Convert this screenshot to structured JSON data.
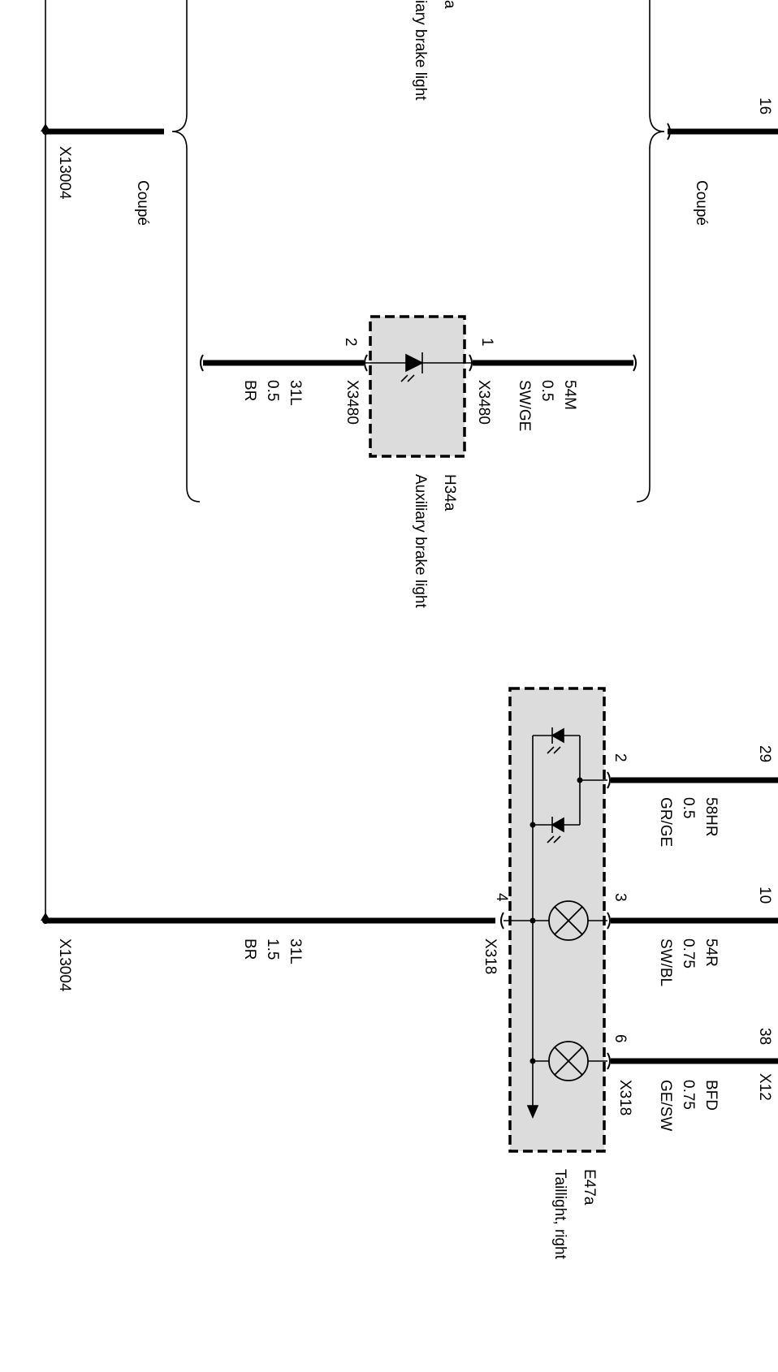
{
  "components": {
    "aux_brake_top_partial": {
      "name": "iary brake light",
      "id": "a"
    },
    "aux_brake": {
      "id": "H34a",
      "name": "Auxiliary brake light"
    },
    "taillight": {
      "id": "E47a",
      "name": "Taillight, right"
    }
  },
  "variants": {
    "left": "Coupé",
    "right": "Coupé"
  },
  "ground_connectors": {
    "top": "X13004",
    "bottom": "X13004"
  },
  "pins": {
    "p16": "16",
    "p29": "29",
    "p10": "10",
    "p38": "38",
    "aux_pin1": "1",
    "aux_pin2": "2",
    "tail_pin2": "2",
    "tail_pin3": "3",
    "tail_pin6": "6",
    "tail_pin4": "4"
  },
  "connectors": {
    "x3480_top": "X3480",
    "x3480_bottom": "X3480",
    "x318_ground": "X318",
    "x318_pin6": "X318",
    "x12_partial": "X12"
  },
  "wires": {
    "aux_pos": {
      "signal": "54M",
      "size": "0.5",
      "color": "SW/GE"
    },
    "aux_gnd": {
      "signal": "31L",
      "size": "0.5",
      "color": "BR"
    },
    "tail_58hr": {
      "signal": "58HR",
      "size": "0.5",
      "color": "GR/GE"
    },
    "tail_54r": {
      "signal": "54R",
      "size": "0.75",
      "color": "SW/BL"
    },
    "tail_bfd": {
      "signal": "BFD",
      "size": "0.75",
      "color": "GE/SW"
    },
    "tail_gnd": {
      "signal": "31L",
      "size": "1.5",
      "color": "BR"
    }
  }
}
